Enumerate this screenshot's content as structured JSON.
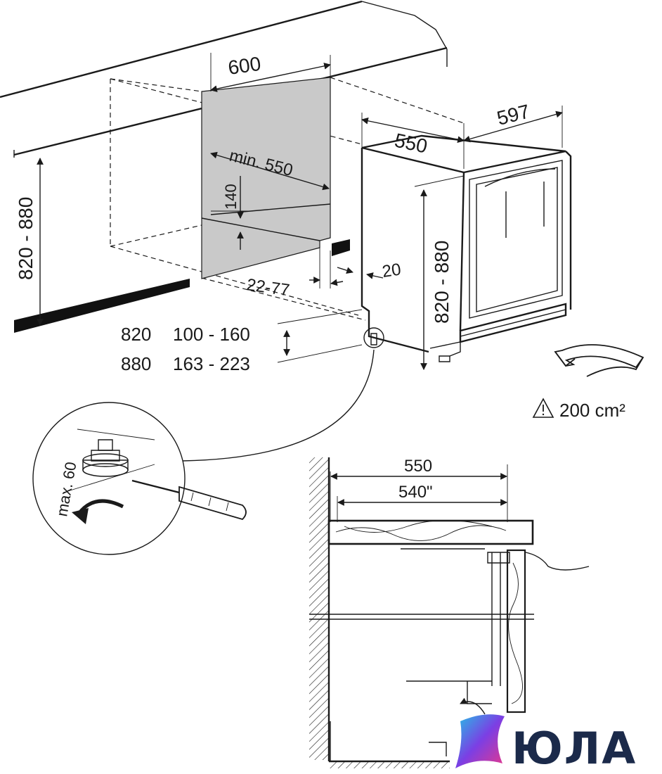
{
  "dimensions": {
    "niche_width": "600",
    "appliance_width": "597",
    "appliance_depth": "550",
    "niche_min_depth": "min. 550",
    "plinth_height_left": "140",
    "niche_height_left": "820 - 880",
    "niche_height_right": "820 - 880",
    "plinth_depth": "22-77",
    "plinth_gap": "20",
    "foot_table": [
      {
        "height": "820",
        "range": "100 - 160"
      },
      {
        "height": "880",
        "range": "163 - 223"
      }
    ],
    "foot_adjust": "max. 60",
    "ventilation": "200 cm²",
    "section_depth_outer": "550",
    "section_depth_inner": "540\""
  },
  "icons": {
    "warning": "warning-triangle-icon",
    "airflow": "airflow-arrow-icon",
    "rotate": "rotate-arrow-icon",
    "screwdriver": "screwdriver-icon"
  },
  "logo": {
    "text": "ЮЛА",
    "colors": [
      "#e8378a",
      "#7b3fe4",
      "#22c3e6"
    ]
  }
}
